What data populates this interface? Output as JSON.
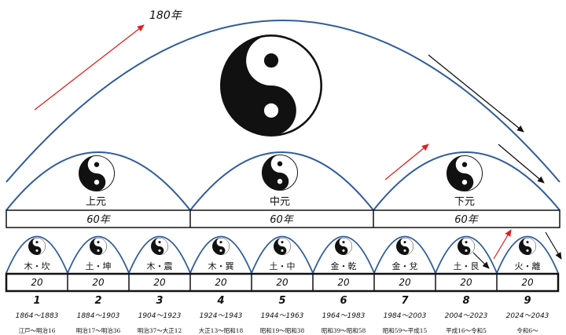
{
  "top": {
    "years_label": "180年"
  },
  "mid_segments": [
    {
      "name": "上元",
      "years": "60年"
    },
    {
      "name": "中元",
      "years": "60年"
    },
    {
      "name": "下元",
      "years": "60年"
    }
  ],
  "periods": [
    {
      "label": "木・坎",
      "years": "20",
      "number": "1",
      "range": "1864～1883",
      "era": "江戸～明治16"
    },
    {
      "label": "土・坤",
      "years": "20",
      "number": "2",
      "range": "1884～1903",
      "era": "明治17～明治36"
    },
    {
      "label": "木・震",
      "years": "20",
      "number": "3",
      "range": "1904～1923",
      "era": "明治37～大正12"
    },
    {
      "label": "木・巽",
      "years": "20",
      "number": "4",
      "range": "1924～1943",
      "era": "大正13～昭和18"
    },
    {
      "label": "土・中",
      "years": "20",
      "number": "5",
      "range": "1944～1963",
      "era": "昭和19～昭和38"
    },
    {
      "label": "金・乾",
      "years": "20",
      "number": "6",
      "range": "1964～1983",
      "era": "昭和39～昭和58"
    },
    {
      "label": "金・兌",
      "years": "20",
      "number": "7",
      "range": "1984～2003",
      "era": "昭和59～平成15"
    },
    {
      "label": "土・艮",
      "years": "20",
      "number": "8",
      "range": "2004～2023",
      "era": "平成16～令和5"
    },
    {
      "label": "火・離",
      "years": "20",
      "number": "9",
      "range": "2024～2043",
      "era": "令和6～"
    }
  ],
  "colors": {
    "curve": "#2f5d9a",
    "arrow_red": "#e02020",
    "arrow_black": "#111111",
    "box": "#111111"
  },
  "icons": {
    "cycle": "yin-yang-icon"
  }
}
